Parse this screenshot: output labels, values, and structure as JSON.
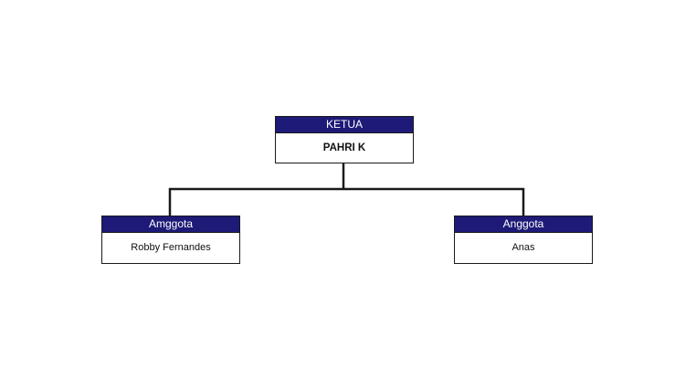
{
  "colors": {
    "header_bg": "#1e1a78",
    "line": "#1a1a1a"
  },
  "chart": {
    "root": {
      "role": "KETUA",
      "name": "PAHRI K"
    },
    "members": [
      {
        "role": "Amggota",
        "name": "Robby Fernandes"
      },
      {
        "role": "Anggota",
        "name": "Anas"
      }
    ]
  }
}
